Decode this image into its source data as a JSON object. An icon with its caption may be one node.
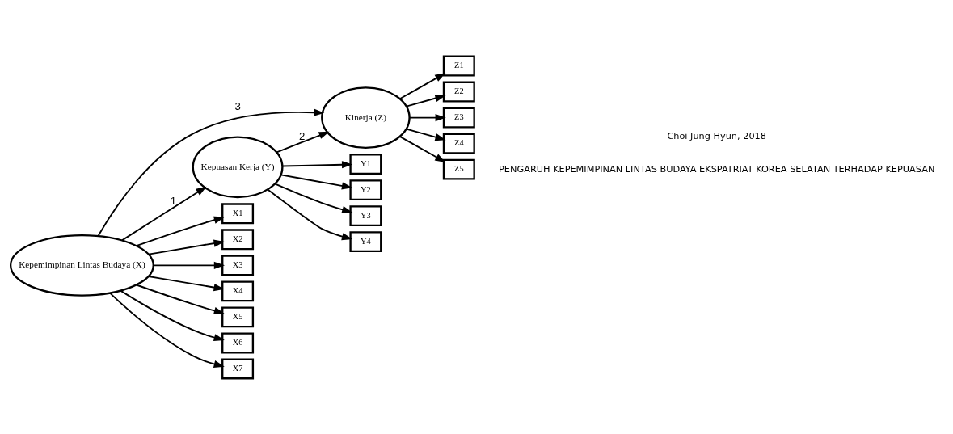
{
  "diagram": {
    "nodes": [
      {
        "text": [
          "Kepemimpinan Lintas Budaya (X)"
        ]
      },
      {
        "text": [
          "Kinerja (Z)"
        ]
      },
      {
        "text": [
          "Kepuasan Kerja (Y)"
        ]
      },
      {
        "text": [
          "X1"
        ]
      },
      {
        "text": [
          "X2"
        ]
      },
      {
        "text": [
          "X3"
        ]
      },
      {
        "text": [
          "X4"
        ]
      },
      {
        "text": [
          "X5"
        ]
      },
      {
        "text": [
          "X6"
        ]
      },
      {
        "text": [
          "X7"
        ]
      },
      {
        "text": [
          "Y1"
        ]
      },
      {
        "text": [
          "Y2"
        ]
      },
      {
        "text": [
          "Y3"
        ]
      },
      {
        "text": [
          "Y4"
        ]
      },
      {
        "text": [
          "Z1"
        ]
      },
      {
        "text": [
          "Z2"
        ]
      },
      {
        "text": [
          "Z3"
        ]
      },
      {
        "text": [
          "Z4"
        ]
      },
      {
        "text": [
          "Z5"
        ]
      }
    ],
    "edges": [
      {
        "from": 0,
        "to": 3,
        "arrow": "to"
      },
      {
        "from": 0,
        "to": 4,
        "arrow": "to"
      },
      {
        "from": 0,
        "to": 5,
        "arrow": "to"
      },
      {
        "from": 0,
        "to": 6,
        "arrow": "to"
      },
      {
        "from": 0,
        "to": 7,
        "arrow": "to"
      },
      {
        "from": 0,
        "to": 8,
        "arrow": "to"
      },
      {
        "from": 0,
        "to": 9,
        "arrow": "to"
      },
      {
        "from": 0,
        "to": 1,
        "arrow": "to",
        "label": "3"
      },
      {
        "from": 0,
        "to": 2,
        "arrow": "to",
        "label": "1"
      },
      {
        "from": 2,
        "to": 1,
        "arrow": "to",
        "label": "2"
      },
      {
        "from": 2,
        "to": 10,
        "arrow": "to"
      },
      {
        "from": 2,
        "to": 11,
        "arrow": "to"
      },
      {
        "from": 2,
        "to": 12,
        "arrow": "to"
      },
      {
        "from": 2,
        "to": 13,
        "arrow": "to"
      },
      {
        "from": 1,
        "to": 14,
        "arrow": "to"
      },
      {
        "from": 1,
        "to": 15,
        "arrow": "to"
      },
      {
        "from": 1,
        "to": 16,
        "arrow": "to"
      },
      {
        "from": 1,
        "to": 17,
        "arrow": "to"
      },
      {
        "from": 1,
        "to": 18,
        "arrow": "to"
      }
    ],
    "labels": [
      "Choi Jung Hyun, 2018",
      "PENGARUH KEPEMIMPINAN LINTAS BUDAYA EKSPATRIAT KOREA SELATAN TERHADAP KEPUASAN"
    ]
  }
}
